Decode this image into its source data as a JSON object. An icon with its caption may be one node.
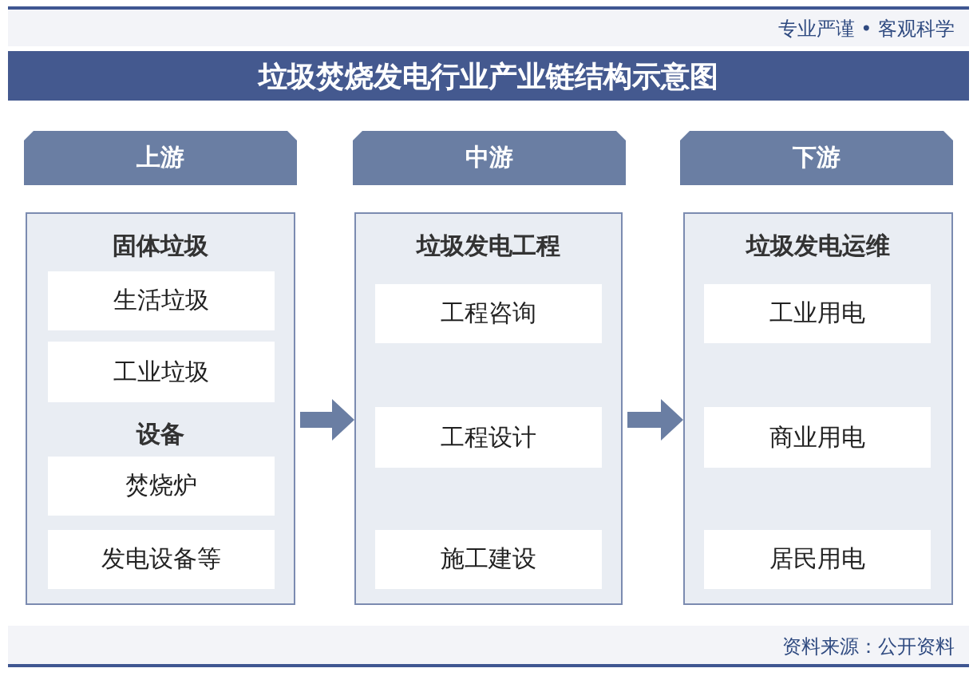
{
  "diagram": {
    "title": "垃圾焚烧发电行业产业链结构示意图",
    "nodes": [
      {
        "text": [
          "上游"
        ]
      },
      {
        "text": [
          "固体垃圾",
          "设备"
        ]
      },
      {
        "text": [
          "生活垃圾"
        ],
        "in": 1
      },
      {
        "text": [
          "工业垃圾"
        ],
        "in": 1
      },
      {
        "text": [
          "焚烧炉"
        ],
        "in": 1
      },
      {
        "text": [
          "发电设备等"
        ],
        "in": 1
      },
      {
        "text": [
          "中游"
        ]
      },
      {
        "text": [
          "垃圾发电工程"
        ]
      },
      {
        "text": [
          "工程咨询"
        ],
        "in": 7
      },
      {
        "text": [
          "工程设计"
        ],
        "in": 7
      },
      {
        "text": [
          "施工建设"
        ],
        "in": 7
      },
      {
        "text": [
          "下游"
        ]
      },
      {
        "text": [
          "垃圾发电运维"
        ]
      },
      {
        "text": [
          "工业用电"
        ],
        "in": 12
      },
      {
        "text": [
          "商业用电"
        ],
        "in": 12
      },
      {
        "text": [
          "居民用电"
        ],
        "in": 12
      }
    ],
    "edges": [
      {
        "from": 1,
        "to": 7,
        "arrow": "to"
      },
      {
        "from": 7,
        "to": 12,
        "arrow": "to"
      }
    ],
    "labels": [
      "专业严谨 • 客观科学",
      "资料来源：公开资料"
    ]
  }
}
